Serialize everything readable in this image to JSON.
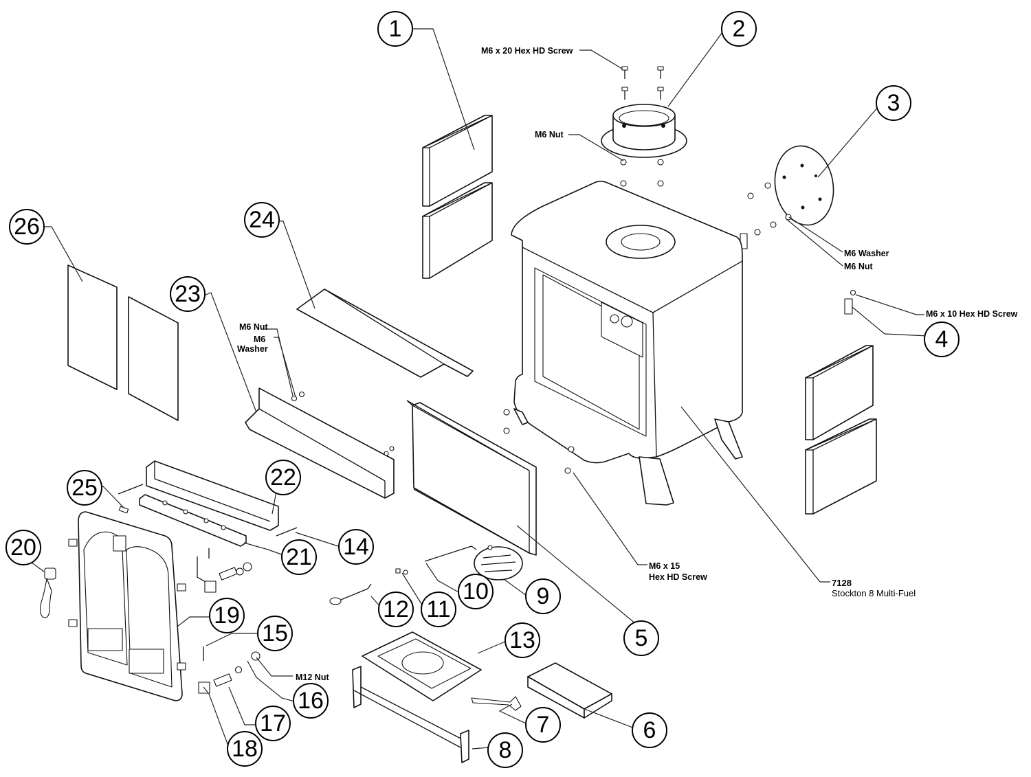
{
  "callouts": {
    "c1": "1",
    "c2": "2",
    "c3": "3",
    "c4": "4",
    "c5": "5",
    "c6": "6",
    "c7": "7",
    "c8": "8",
    "c9": "9",
    "c10": "10",
    "c11": "11",
    "c12": "12",
    "c13": "13",
    "c14": "14",
    "c15": "15",
    "c16": "16",
    "c17": "17",
    "c18": "18",
    "c19": "19",
    "c20": "20",
    "c21": "21",
    "c22": "22",
    "c23": "23",
    "c24": "24",
    "c25": "25",
    "c26": "26"
  },
  "hardware": {
    "screw_m6x20": "M6 x 20 Hex HD Screw",
    "nut_m6_top": "M6 Nut",
    "washer_m6_side": "M6 Washer",
    "nut_m6_side": "M6 Nut",
    "screw_m6x10": "M6 x 10 Hex HD Screw",
    "nut_m6_baffle": "M6 Nut",
    "washer_m6_baffle_line1": "M6",
    "washer_m6_baffle_line2": "Washer",
    "screw_m6x15_line1": "M6 x 15",
    "screw_m6x15_line2": "Hex HD Screw",
    "nut_m12": "M12 Nut"
  },
  "model": {
    "code": "7128",
    "name": "Stockton 8 Multi-Fuel"
  }
}
